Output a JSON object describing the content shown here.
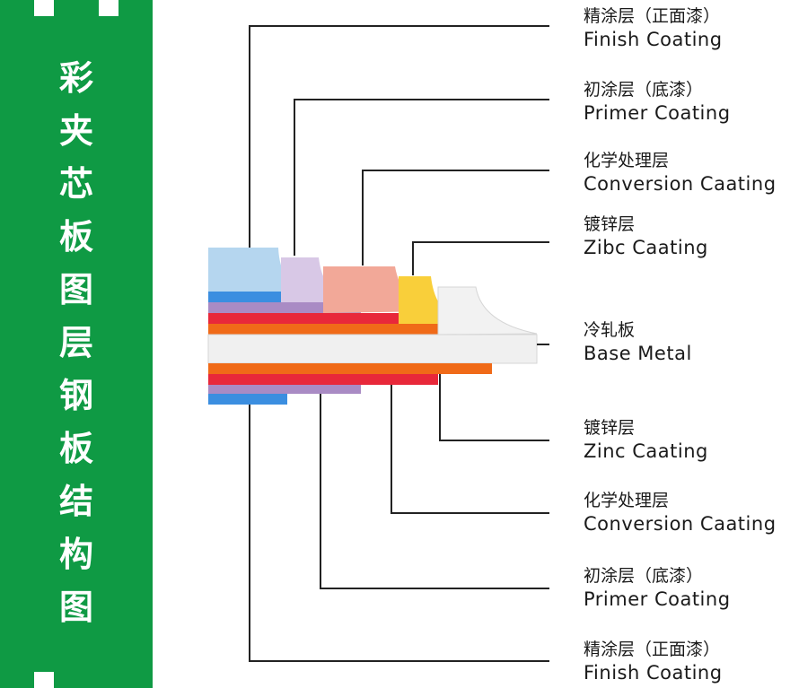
{
  "banner": {
    "chars": [
      "彩",
      "夹",
      "芯",
      "板",
      "图",
      "层",
      "钢",
      "板",
      "结",
      "构",
      "图"
    ],
    "color": "#0f9a44"
  },
  "labels": [
    {
      "zh": "精涂层（正面漆）",
      "en": "Finish Coating"
    },
    {
      "zh": "初涂层（底漆）",
      "en": "Primer Coating"
    },
    {
      "zh": "化学处理层",
      "en": "Conversion Caating"
    },
    {
      "zh": "镀锌层",
      "en": "Zibc Caating"
    },
    {
      "zh": "冷轧板",
      "en": "Base Metal"
    },
    {
      "zh": "镀锌层",
      "en": "Zinc Caating"
    },
    {
      "zh": "化学处理层",
      "en": "Conversion Caating"
    },
    {
      "zh": "初涂层（底漆）",
      "en": "Primer Coating"
    },
    {
      "zh": "精涂层（正面漆）",
      "en": "Finish Coating"
    }
  ],
  "layer_colors": {
    "finish": "#3b8ee0",
    "finish_top": "#b5d6ef",
    "primer": "#a98bc4",
    "primer_top": "#d8c8e6",
    "conversion": "#e8283a",
    "conversion_top": "#f2a898",
    "zinc": "#f06a18",
    "zinc_top": "#f9cf3a",
    "base": "#f0f0f0",
    "base_top": "#f2f2f2"
  }
}
